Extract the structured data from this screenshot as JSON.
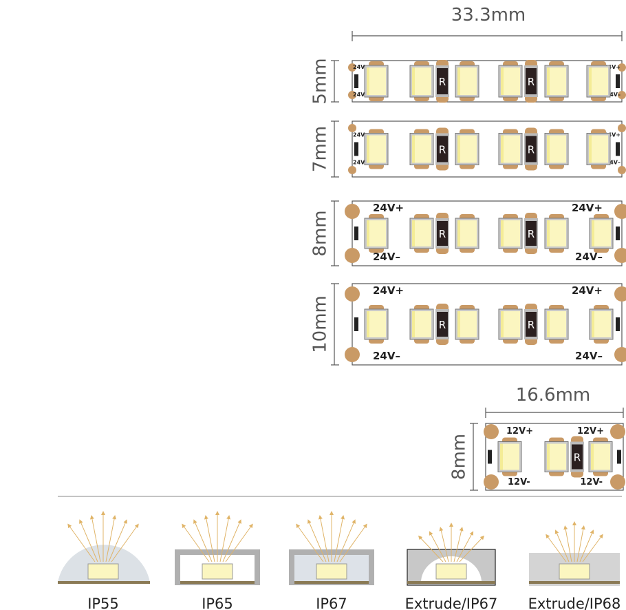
{
  "dimensions": {
    "length_24v": "33.3mm",
    "length_12v": "16.6mm",
    "width_5": "5mm",
    "width_7": "7mm",
    "width_8": "8mm",
    "width_10": "10mm",
    "width_12v": "8mm"
  },
  "strip_24v": {
    "pos_label": "24V+",
    "neg_label": "24V–",
    "resistor_label": "R"
  },
  "strip_12v": {
    "pos_label": "12V+",
    "neg_label": "12V-",
    "resistor_label": "R"
  },
  "ip_ratings": [
    {
      "label": "IP55"
    },
    {
      "label": "IP65"
    },
    {
      "label": "IP67"
    },
    {
      "label": "Extrude/IP67"
    },
    {
      "label": "Extrude/IP68"
    }
  ],
  "colors": {
    "copper_pad": "#c99a66",
    "led_yellow": "#fbf6c0",
    "resistor": "#2b2020",
    "outline": "#555555"
  }
}
